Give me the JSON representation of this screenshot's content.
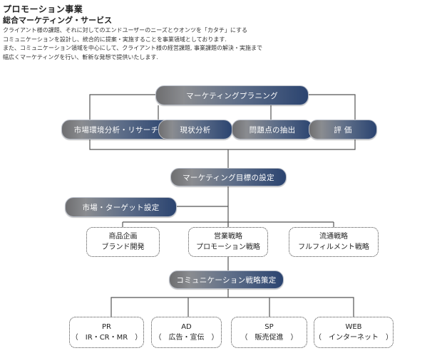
{
  "header": {
    "title": "プロモーション事業",
    "subtitle": "総合マーケティング・サービス",
    "paragraph": [
      "クライアント様の課題、それに対してのエンドユーザーのニーズとウオンツを「カタチ」にする",
      "コミュニケーションを設計し、統合的に提案・実施することを事業領域としております.",
      "また、コミュニケーション領域を中心にして、クライアント様の経営課題, 事業課題の解決・実施まで",
      "幅広くマーケティングを行い、斬新な発想で提供いたします."
    ]
  },
  "diagram": {
    "planning": "マーケティングプラニング",
    "steps": [
      "市場環境分析・リサーチ",
      "現状分析",
      "問題点の抽出",
      "評 価"
    ],
    "goal": "マーケティング目標の設定",
    "target": "市場・ターゲット設定",
    "strategies": [
      {
        "line1": "商品企画",
        "line2": "ブランド開発"
      },
      {
        "line1": "営業戦略",
        "line2": "プロモーション戦略"
      },
      {
        "line1": "流通戦略",
        "line2": "フルフィルメント戦略"
      }
    ],
    "comm": "コミュニケーション戦略策定",
    "tactics": [
      {
        "line1": "PR",
        "line2": "（　IR・CR・MR　）"
      },
      {
        "line1": "AD",
        "line2": "（　広告・宣伝　）"
      },
      {
        "line1": "SP",
        "line2": "（　販売促進　）"
      },
      {
        "line1": "WEB",
        "line2": "（　インターネット　）"
      }
    ]
  }
}
